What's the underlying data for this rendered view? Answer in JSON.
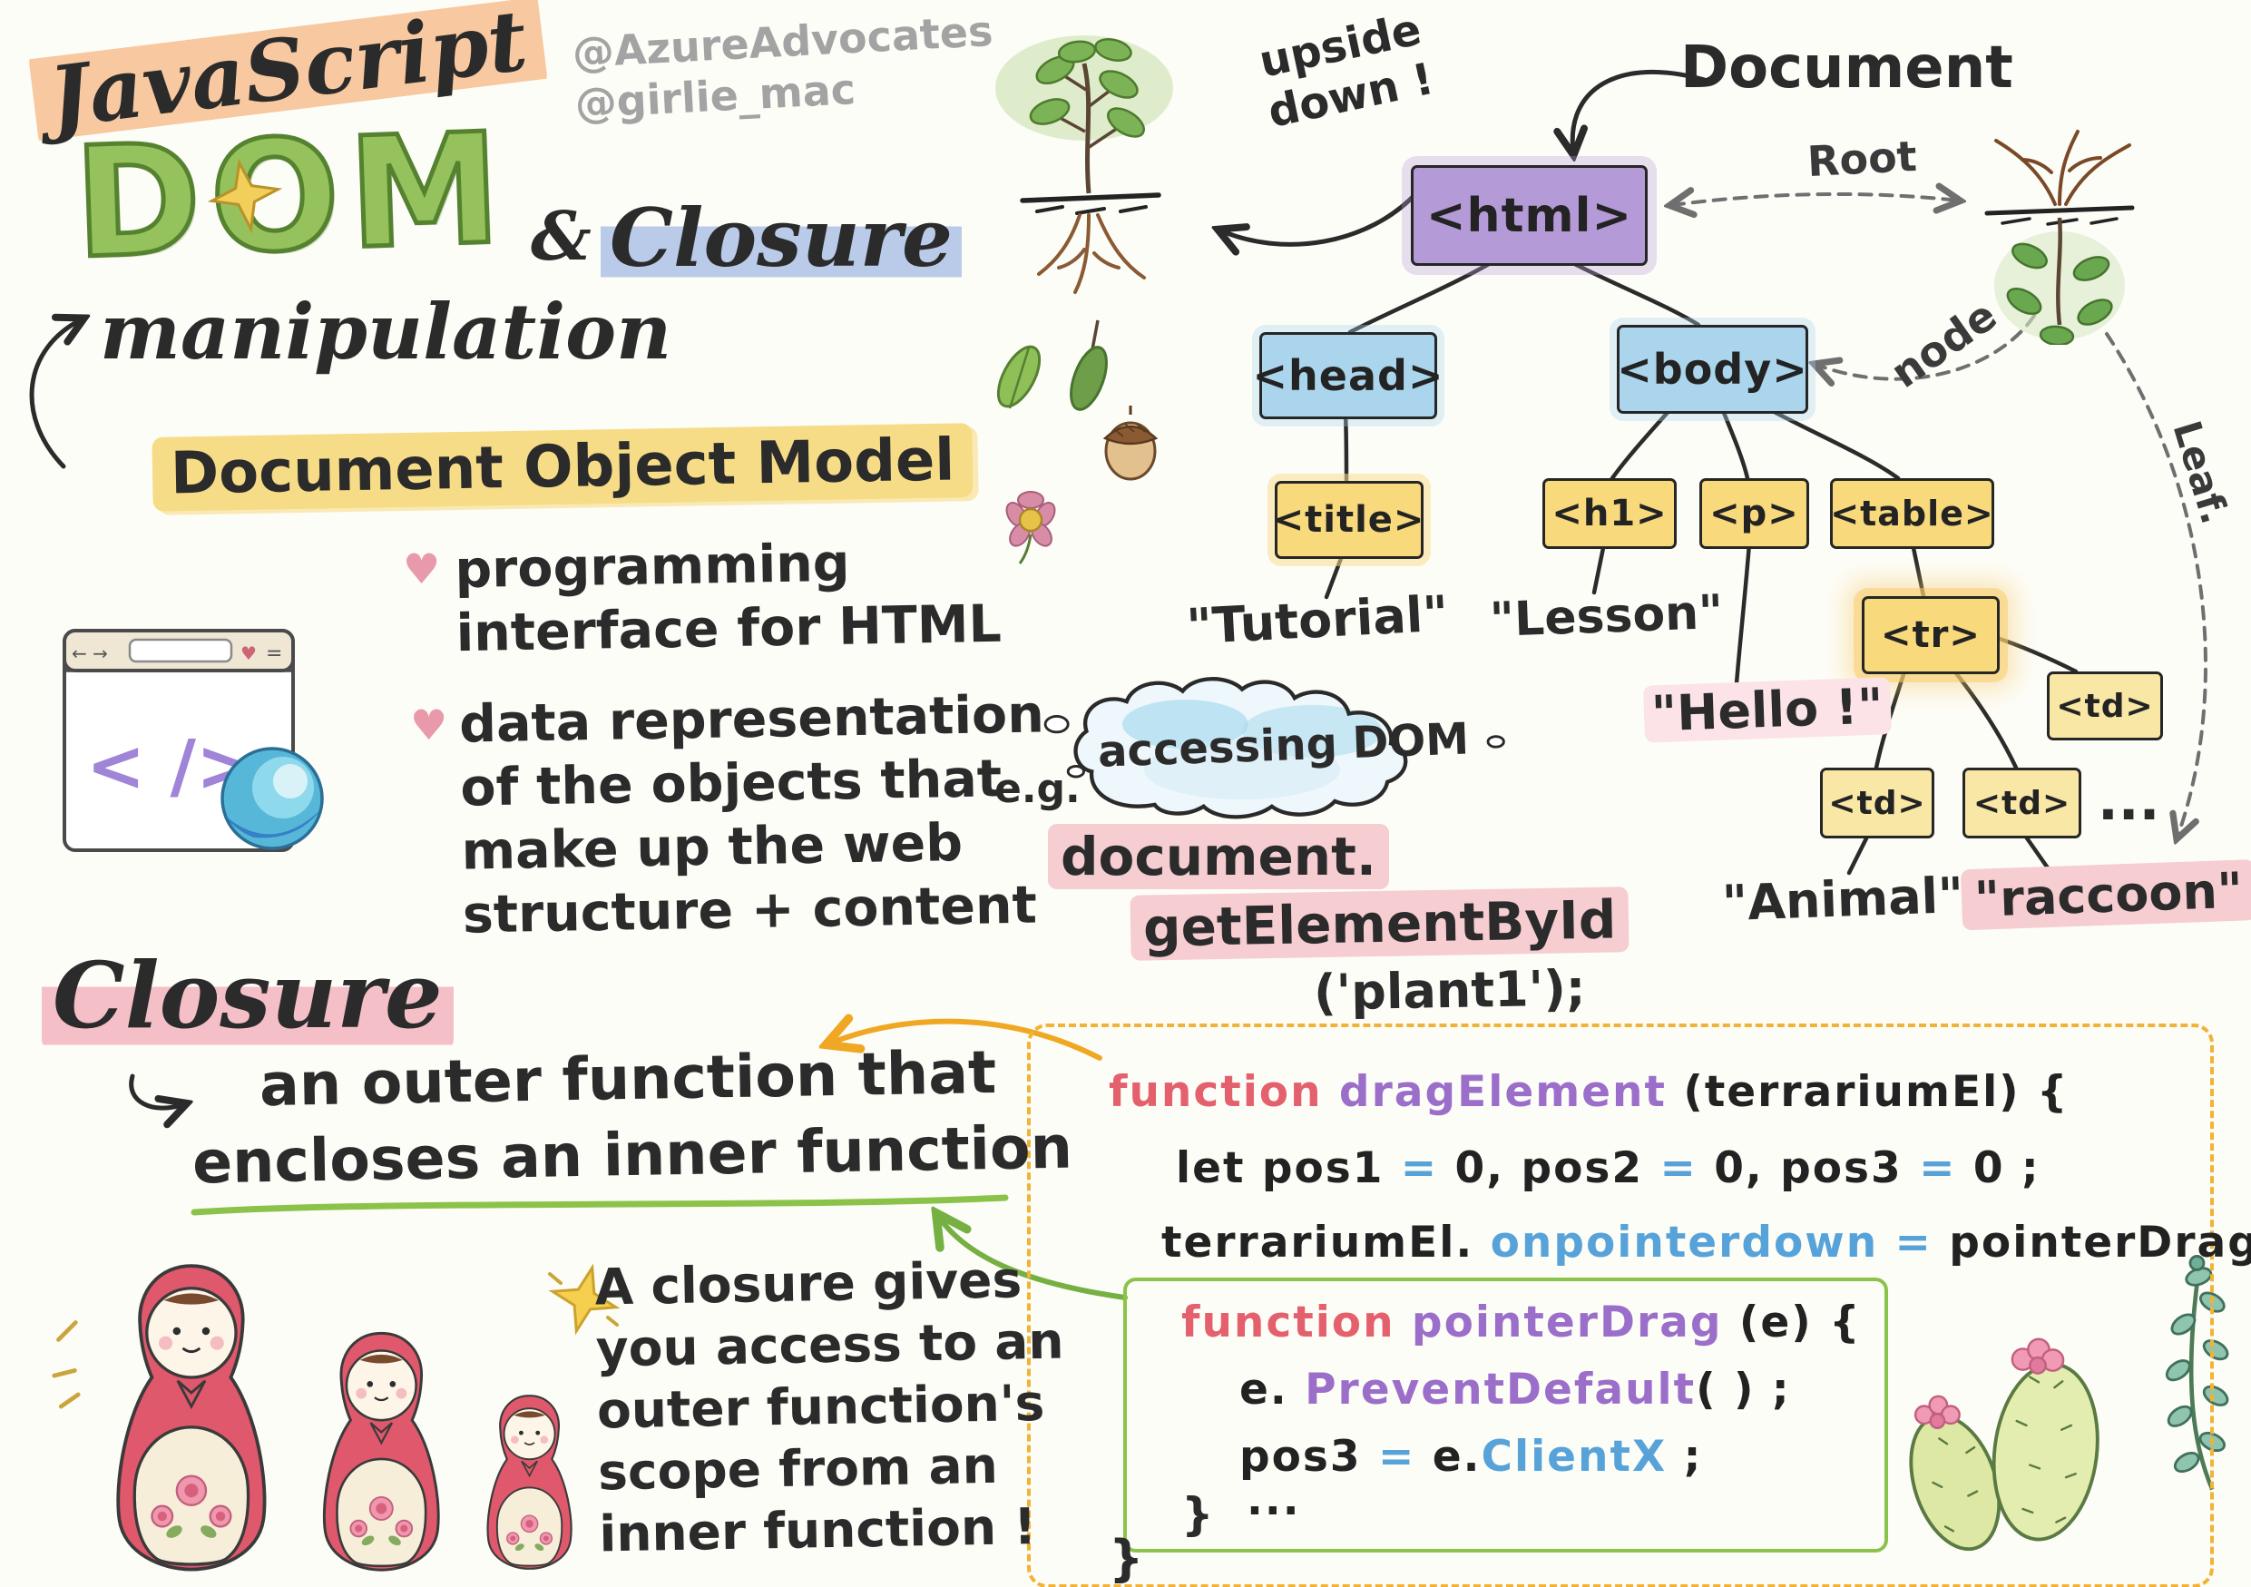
{
  "palette": {
    "orange_highlight": "#f8c9a0",
    "yellow_highlight": "#f7dc87",
    "blue_highlight": "#b9cbe8",
    "pink_highlight": "#f5bfc8",
    "dom_green": "#95c25c",
    "html_box_purple": "#b49ad6",
    "node_box_blue": "#aad5ec",
    "node_box_yellow": "#f8da7c",
    "code_keyword": "#e4606d",
    "code_function": "#9b6fc9",
    "code_operator": "#57a3d9",
    "code_border_outer": "#f2b233",
    "code_border_inner": "#8bc34a"
  },
  "header": {
    "title": "JavaScript",
    "handle1": "@AzureAdvocates",
    "handle2": "@girlie_mac",
    "dom": "DOM",
    "amp": "&",
    "closure": "Closure",
    "manipulation": "manipulation"
  },
  "dom_model": {
    "heading": "Document Object Model",
    "heart": "♥",
    "bullet1": [
      "programming",
      "interface for HTML"
    ],
    "bullet2": [
      "data representation",
      "of the objects that",
      "make up the web",
      "structure + content"
    ]
  },
  "browser": {
    "nav_arrows": "← →",
    "heart": "♥",
    "menu": "=",
    "code_glyph": "< />"
  },
  "tree": {
    "upside_down": [
      "upside",
      "down !"
    ],
    "document": "Document",
    "root": "Root",
    "node": "node",
    "leaf": "Leaf.",
    "ellipsis": "...",
    "nodes": {
      "html": "<html>",
      "head": "<head>",
      "body": "<body>",
      "title": "<title>",
      "h1": "<h1>",
      "p": "<p>",
      "table": "<table>",
      "tr": "<tr>",
      "td1": "<td>",
      "td2": "<td>",
      "td3": "<td>"
    },
    "texts": {
      "tutorial": "\"Tutorial\"",
      "lesson": "\"Lesson\"",
      "hello": "\"Hello !\"",
      "animal": "\"Animal\"",
      "raccoon": "\"raccoon\""
    }
  },
  "accessing": {
    "eg": "e.g.",
    "cloud": "accessing DOM",
    "line1": "document.",
    "line2": "getElementById",
    "line3": "('plant1');"
  },
  "closure": {
    "heading": "Closure",
    "def": [
      "an outer function that",
      "encloses an inner function"
    ],
    "note": [
      "A closure gives",
      "you access to an",
      "outer function's",
      "scope from an",
      "inner function !"
    ]
  },
  "code": {
    "line1": [
      {
        "t": "function ",
        "c": "kw"
      },
      {
        "t": "dragElement ",
        "c": "fn"
      },
      {
        "t": "(terrariumEl) {",
        "c": "plain"
      }
    ],
    "line2": [
      {
        "t": "let pos1 ",
        "c": "plain"
      },
      {
        "t": "= ",
        "c": "op"
      },
      {
        "t": "0,  pos2 ",
        "c": "plain"
      },
      {
        "t": "= ",
        "c": "op"
      },
      {
        "t": "0,  pos3 ",
        "c": "plain"
      },
      {
        "t": "= ",
        "c": "op"
      },
      {
        "t": "0 ;",
        "c": "plain"
      }
    ],
    "line3": [
      {
        "t": "terrariumEl. ",
        "c": "plain"
      },
      {
        "t": "onpointerdown ",
        "c": "op"
      },
      {
        "t": "= ",
        "c": "op"
      },
      {
        "t": "pointerDrag ;",
        "c": "plain"
      }
    ],
    "line4": [
      {
        "t": "function ",
        "c": "kw"
      },
      {
        "t": "pointerDrag ",
        "c": "fn"
      },
      {
        "t": "(e) {",
        "c": "plain"
      }
    ],
    "line5": [
      {
        "t": "e. ",
        "c": "plain"
      },
      {
        "t": "PreventDefault",
        "c": "fn"
      },
      {
        "t": "( ) ;",
        "c": "plain"
      }
    ],
    "line6": [
      {
        "t": "pos3 ",
        "c": "plain"
      },
      {
        "t": "= ",
        "c": "op"
      },
      {
        "t": "e.",
        "c": "plain"
      },
      {
        "t": "ClientX",
        "c": "op"
      },
      {
        "t": " ;",
        "c": "plain"
      }
    ],
    "line7": [
      {
        "t": "...",
        "c": "plain"
      }
    ],
    "close_inner": "}",
    "close_outer": "}"
  }
}
